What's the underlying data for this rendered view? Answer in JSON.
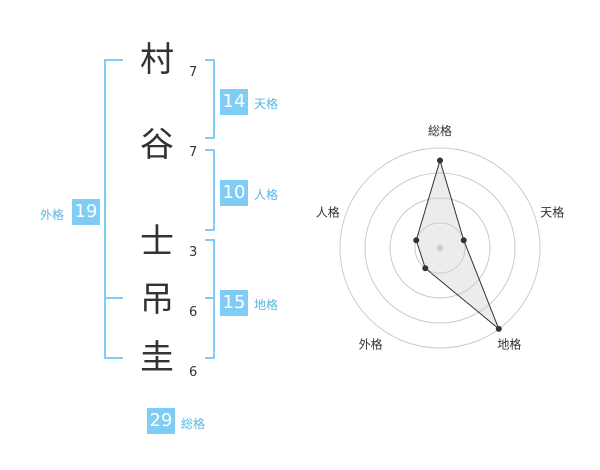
{
  "name": {
    "chars": [
      {
        "char": "村",
        "strokes": "7"
      },
      {
        "char": "谷",
        "strokes": "7"
      },
      {
        "char": "士",
        "strokes": "3"
      },
      {
        "char": "吊",
        "strokes": "6"
      },
      {
        "char": "圭",
        "strokes": "6"
      }
    ]
  },
  "fortunes": {
    "tenkaku": {
      "value": "14",
      "label": "天格"
    },
    "jinkaku": {
      "value": "10",
      "label": "人格"
    },
    "chikaku": {
      "value": "15",
      "label": "地格"
    },
    "gaikaku": {
      "value": "19",
      "label": "外格"
    },
    "soukaku": {
      "value": "29",
      "label": "総格"
    }
  },
  "colors": {
    "accent": "#7fccf5",
    "label": "#5ab4e6",
    "text": "#333333"
  },
  "chart_data": {
    "type": "radar",
    "axes": [
      "総格",
      "天格",
      "地格",
      "外格",
      "人格"
    ],
    "rings": 4,
    "values": [
      3.5,
      1,
      4,
      1,
      1
    ]
  }
}
